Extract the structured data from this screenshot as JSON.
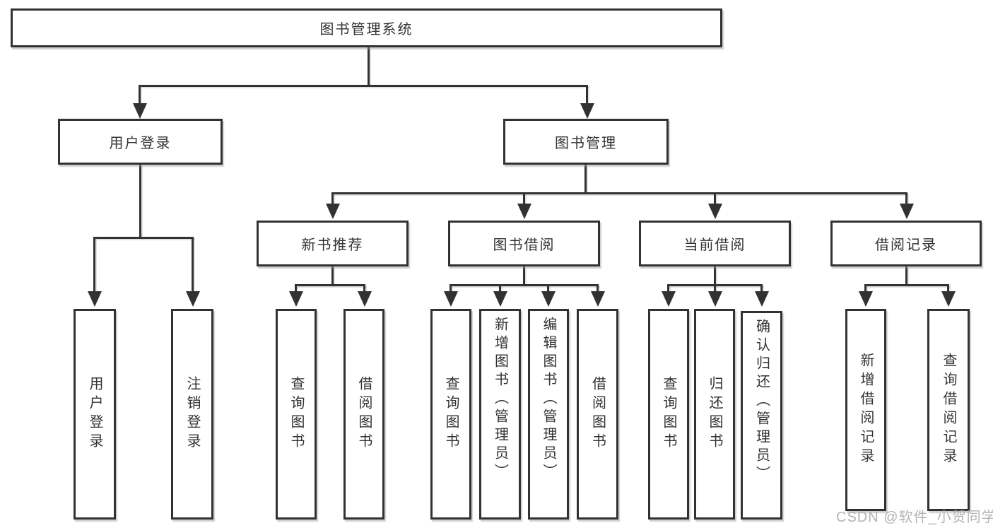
{
  "nodes": {
    "root": "图书管理系统",
    "user_login": "用户登录",
    "book_mgmt": "图书管理",
    "new_book_rec": "新书推荐",
    "book_borrow": "图书借阅",
    "current_borrow": "当前借阅",
    "borrow_records": "借阅记录",
    "leaf_user_login": "用户登录",
    "leaf_logout": "注销登录",
    "leaf_rec_query": "查询图书",
    "leaf_rec_borrow": "借阅图书",
    "leaf_bb_query": "查询图书",
    "leaf_bb_add": "新增图书（管理员）",
    "leaf_bb_edit": "编辑图书（管理员）",
    "leaf_bb_borrow": "借阅图书",
    "leaf_cb_query": "查询图书",
    "leaf_cb_return": "归还图书",
    "leaf_cb_confirm": "确认归还（管理员）",
    "leaf_br_add": "新增借阅记录",
    "leaf_br_query": "查询借阅记录"
  },
  "hierarchy": {
    "图书管理系统": {
      "用户登录": [
        "用户登录",
        "注销登录"
      ],
      "图书管理": {
        "新书推荐": [
          "查询图书",
          "借阅图书"
        ],
        "图书借阅": [
          "查询图书",
          "新增图书（管理员）",
          "编辑图书（管理员）",
          "借阅图书"
        ],
        "当前借阅": [
          "查询图书",
          "归还图书",
          "确认归还（管理员）"
        ],
        "借阅记录": [
          "新增借阅记录",
          "查询借阅记录"
        ]
      }
    }
  },
  "watermark": "CSDN @软件_小贺同学",
  "colors": {
    "line": "#323232",
    "text": "#333333",
    "background": "#ffffff",
    "watermark": "#b3b3b3"
  }
}
